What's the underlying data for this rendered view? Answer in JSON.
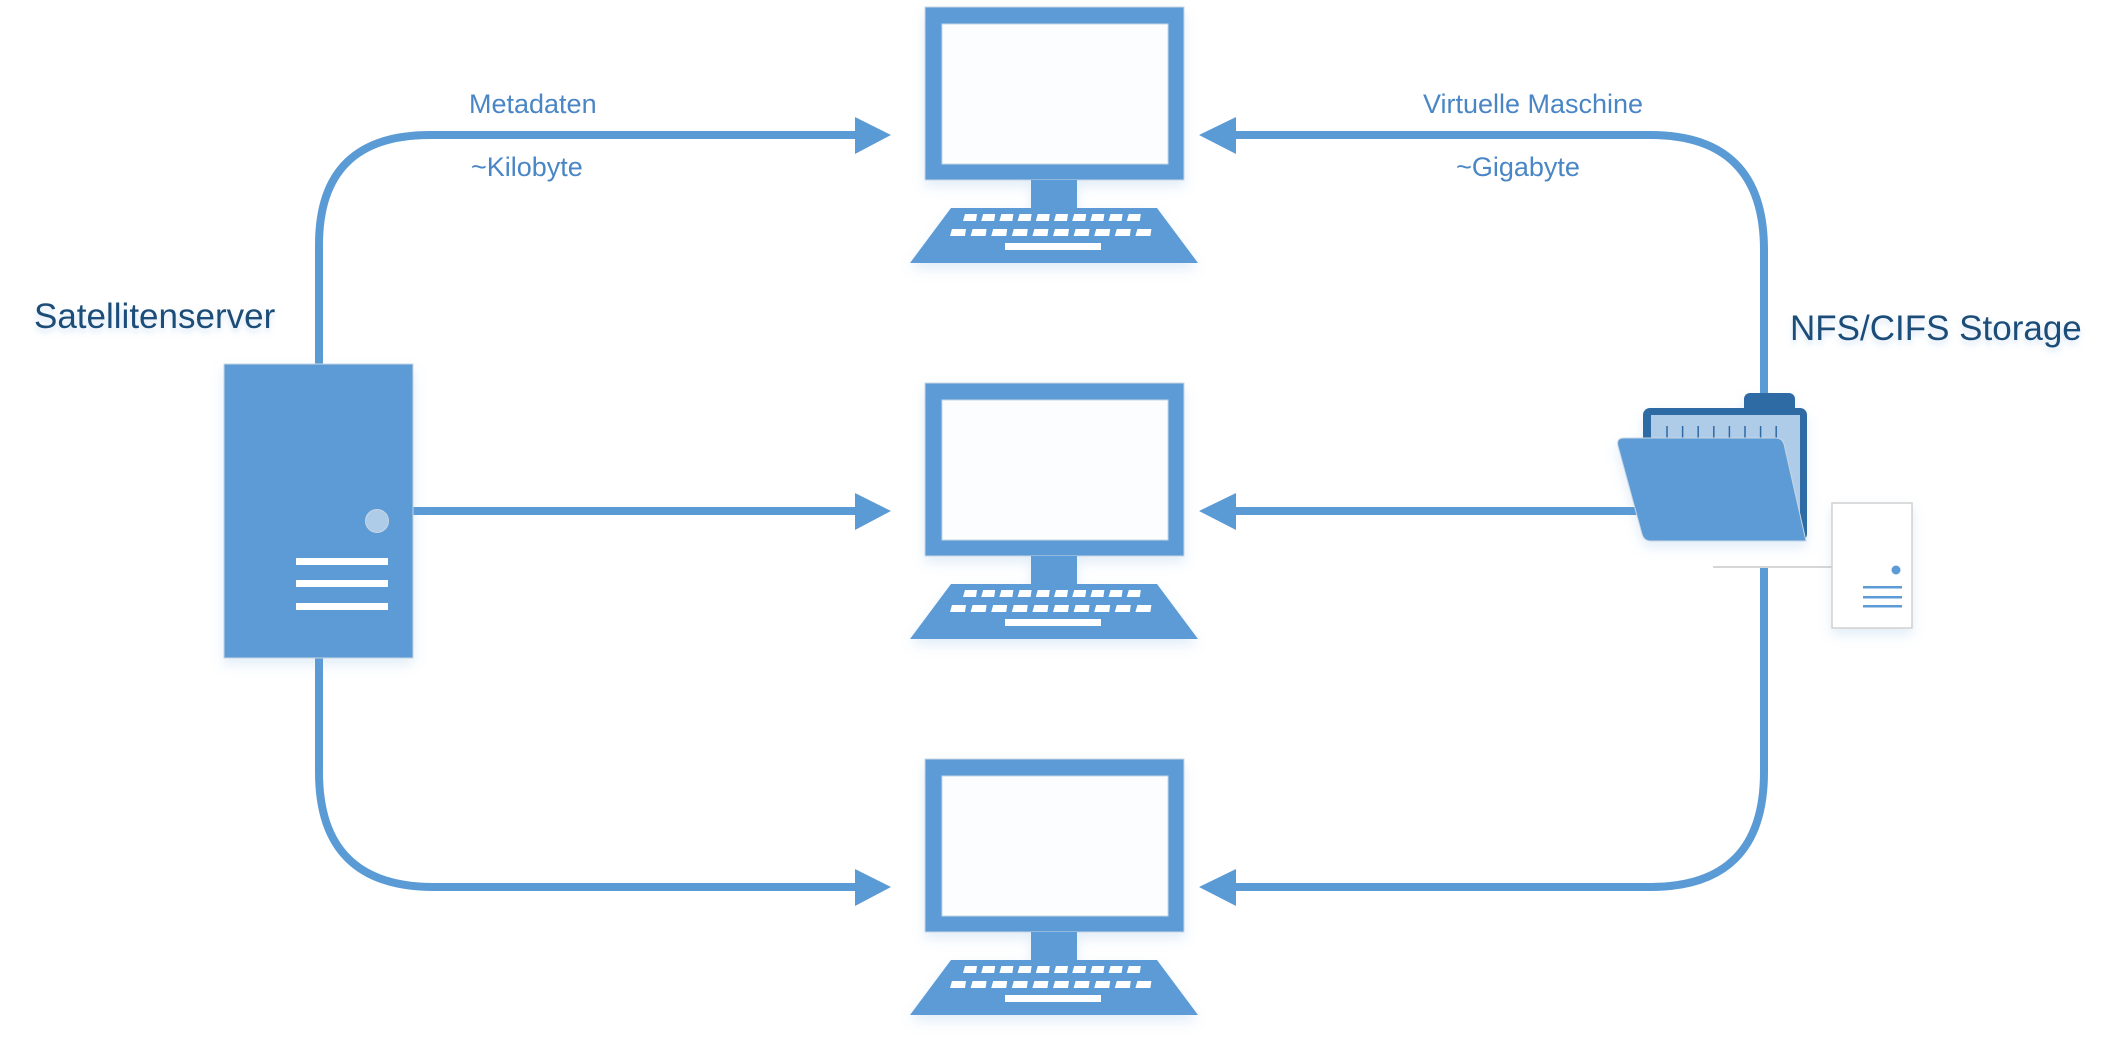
{
  "diagram": {
    "colors": {
      "accent": "#5b9bd5",
      "dark_accent": "#2e6aa3",
      "light_accent": "#aecbe8",
      "heading_text": "#1f4e79",
      "flow_text": "#4a86c5",
      "white": "#ffffff"
    },
    "nodes": {
      "server": {
        "label": "Satellitenserver",
        "icon": "server-tower-icon"
      },
      "storage": {
        "label": "NFS/CIFS Storage",
        "icon": "open-folder-icon",
        "secondary_icon": "storage-server-icon"
      },
      "clients": [
        {
          "id": "client-1",
          "icon": "desktop-computer-icon"
        },
        {
          "id": "client-2",
          "icon": "desktop-computer-icon"
        },
        {
          "id": "client-3",
          "icon": "desktop-computer-icon"
        }
      ]
    },
    "flows": {
      "metadata": {
        "title": "Metadaten",
        "size": "~Kilobyte",
        "from": "server",
        "to": "clients"
      },
      "vm": {
        "title": "Virtuelle Maschine",
        "size": "~Gigabyte",
        "from": "storage",
        "to": "clients"
      }
    }
  }
}
